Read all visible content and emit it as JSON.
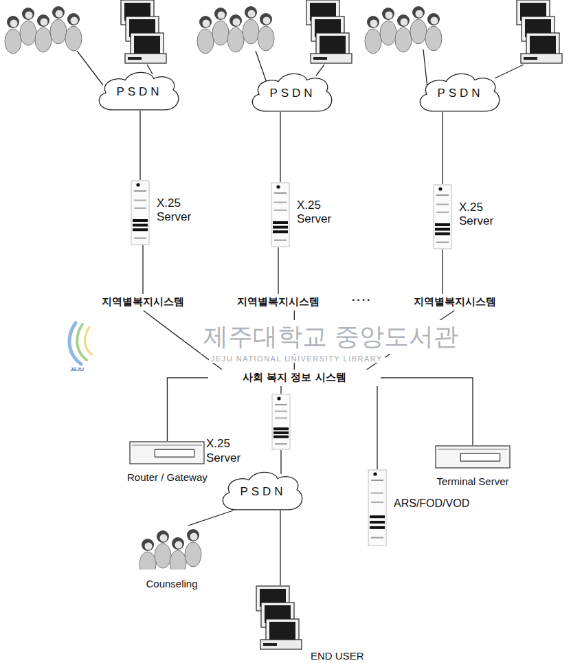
{
  "diagram": {
    "nodes": [
      {
        "text": [
          "PSDN"
        ]
      },
      {
        "text": [
          "PSDN"
        ]
      },
      {
        "text": [
          "PSDN"
        ]
      },
      {
        "text": [
          "X.25 Server"
        ]
      },
      {
        "text": [
          "X.25 Server"
        ]
      },
      {
        "text": [
          "X.25 Server"
        ]
      },
      {
        "text": [
          "지역별복지시스템"
        ]
      },
      {
        "text": [
          "지역별복지시스템"
        ]
      },
      {
        "text": [
          "지역별복지시스템"
        ]
      },
      {
        "text": [
          "사회 복지 정보 시스템"
        ]
      },
      {
        "text": [
          "Router / Gateway"
        ]
      },
      {
        "text": [
          "X.25 Server"
        ]
      },
      {
        "text": [
          "PSDN"
        ]
      },
      {
        "text": [
          "ARS/FOD/VOD"
        ]
      },
      {
        "text": [
          "Terminal Server"
        ]
      },
      {
        "text": [
          "Counseling"
        ]
      },
      {
        "text": [
          "END USER"
        ]
      }
    ],
    "edges": [
      {
        "from": 0,
        "to": 3,
        "arrow": "none"
      },
      {
        "from": 1,
        "to": 4,
        "arrow": "none"
      },
      {
        "from": 2,
        "to": 5,
        "arrow": "none"
      },
      {
        "from": 3,
        "to": 6,
        "arrow": "none"
      },
      {
        "from": 4,
        "to": 7,
        "arrow": "none"
      },
      {
        "from": 5,
        "to": 8,
        "arrow": "none"
      },
      {
        "from": 6,
        "to": 9,
        "arrow": "none"
      },
      {
        "from": 7,
        "to": 9,
        "arrow": "none"
      },
      {
        "from": 8,
        "to": 9,
        "arrow": "none"
      },
      {
        "from": 9,
        "to": 10,
        "arrow": "none"
      },
      {
        "from": 9,
        "to": 11,
        "arrow": "none"
      },
      {
        "from": 9,
        "to": 13,
        "arrow": "none"
      },
      {
        "from": 9,
        "to": 14,
        "arrow": "none"
      },
      {
        "from": 11,
        "to": 12,
        "arrow": "none"
      },
      {
        "from": 12,
        "to": 15,
        "arrow": "none"
      },
      {
        "from": 12,
        "to": 16,
        "arrow": "none"
      }
    ],
    "labels": [
      "····",
      "제주대학교 중앙도서관",
      "JEJU NATIONAL UNIVERSITY LIBRARY",
      "JEJU"
    ]
  }
}
